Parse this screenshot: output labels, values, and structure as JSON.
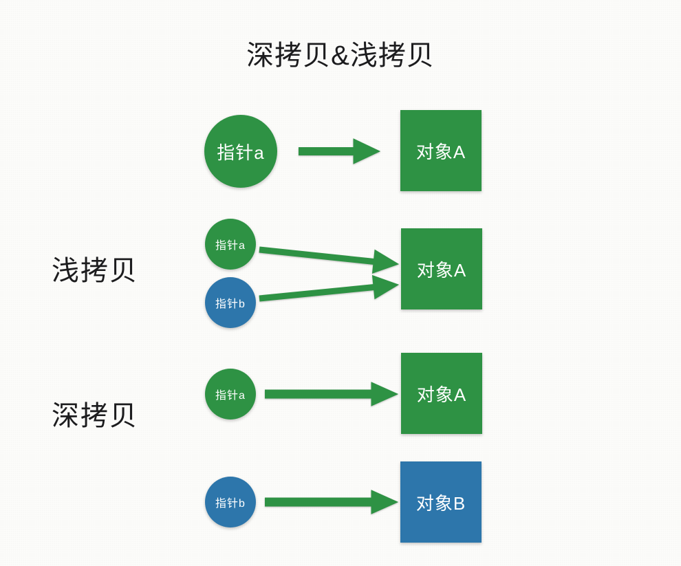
{
  "title": "深拷贝&浅拷贝",
  "colors": {
    "background": "#fcfcfa",
    "ink": "#1c1c1e",
    "green": "#2e9244",
    "blue": "#2d76ab",
    "arrow": "#2e9244",
    "shape_text": "#ffffff"
  },
  "diagram": {
    "intro_row": {
      "pointer_label": "指针a",
      "object_label": "对象A"
    },
    "shallow_section": {
      "section_label": "浅拷贝",
      "pointer_a_label": "指针a",
      "pointer_b_label": "指针b",
      "object_label": "对象A"
    },
    "deep_section": {
      "section_label": "深拷贝",
      "pointer_a_label": "指针a",
      "object_a_label": "对象A",
      "pointer_b_label": "指针b",
      "object_b_label": "对象B"
    }
  }
}
